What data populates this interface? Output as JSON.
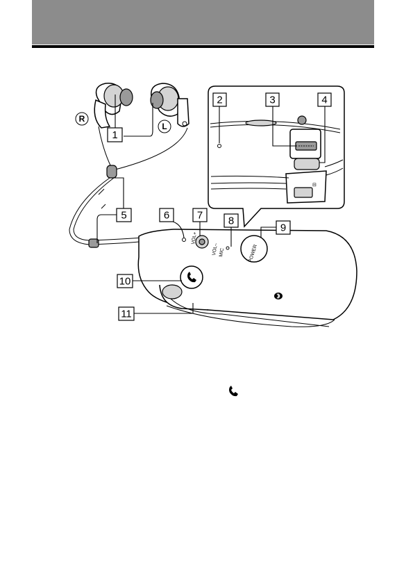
{
  "callouts": {
    "c1": "1",
    "c2": "2",
    "c3": "3",
    "c4": "4",
    "c5": "5",
    "c6": "6",
    "c7": "7",
    "c8": "8",
    "c9": "9",
    "c10": "10",
    "c11": "11"
  },
  "earbud_marks": {
    "right": "R",
    "left": "L"
  },
  "device_labels": {
    "vol_plus": "VOL+",
    "vol_minus": "VOL–",
    "mic": "MIC",
    "power": "POWER"
  },
  "icons": {
    "call": "phone-handset-icon",
    "bluetooth": "bluetooth-icon",
    "inline_call": "phone-handset-icon"
  },
  "colors": {
    "header_band": "#8c8c8c",
    "header_rule": "#000000"
  }
}
